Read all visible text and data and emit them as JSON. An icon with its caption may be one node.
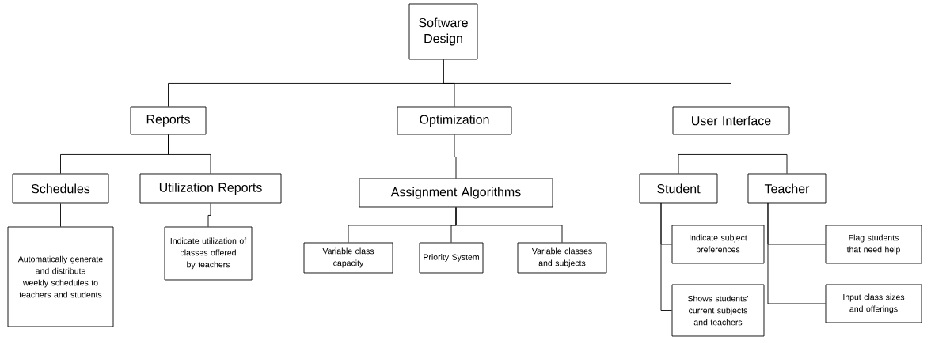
{
  "diagram": {
    "nodes": [
      {
        "text": [
          "Software Design"
        ]
      },
      {
        "text": [
          "Reports"
        ]
      },
      {
        "text": [
          "Optimization"
        ]
      },
      {
        "text": [
          "User Interface"
        ]
      },
      {
        "text": [
          "Schedules"
        ]
      },
      {
        "text": [
          "Utilization Reports"
        ]
      },
      {
        "text": [
          "Assignment Algorithms"
        ]
      },
      {
        "text": [
          "Student"
        ]
      },
      {
        "text": [
          "Teacher"
        ]
      },
      {
        "text": [
          "Automatically generate and distribute weekly schedules to teachers and students"
        ]
      },
      {
        "text": [
          "Indicate utilization of classes offered by teachers"
        ]
      },
      {
        "text": [
          "Variable class capacity"
        ]
      },
      {
        "text": [
          "Priority System"
        ]
      },
      {
        "text": [
          "Variable classes and subjects"
        ]
      },
      {
        "text": [
          "Indicate subject preferences"
        ]
      },
      {
        "text": [
          "Shows students’ current subjects and teachers"
        ]
      },
      {
        "text": [
          "Flag students that need help"
        ]
      },
      {
        "text": [
          "Input class sizes and offerings"
        ]
      }
    ],
    "edges": [
      {
        "from": 0,
        "to": 1,
        "arrow": "none"
      },
      {
        "from": 0,
        "to": 2,
        "arrow": "none"
      },
      {
        "from": 0,
        "to": 3,
        "arrow": "none"
      },
      {
        "from": 1,
        "to": 4,
        "arrow": "none"
      },
      {
        "from": 1,
        "to": 5,
        "arrow": "none"
      },
      {
        "from": 2,
        "to": 6,
        "arrow": "none"
      },
      {
        "from": 3,
        "to": 7,
        "arrow": "none"
      },
      {
        "from": 3,
        "to": 8,
        "arrow": "none"
      },
      {
        "from": 4,
        "to": 9,
        "arrow": "none"
      },
      {
        "from": 5,
        "to": 10,
        "arrow": "none"
      },
      {
        "from": 6,
        "to": 11,
        "arrow": "none"
      },
      {
        "from": 6,
        "to": 12,
        "arrow": "none"
      },
      {
        "from": 6,
        "to": 13,
        "arrow": "none"
      },
      {
        "from": 7,
        "to": 14,
        "arrow": "none"
      },
      {
        "from": 7,
        "to": 15,
        "arrow": "none"
      },
      {
        "from": 8,
        "to": 16,
        "arrow": "none"
      },
      {
        "from": 8,
        "to": 17,
        "arrow": "none"
      }
    ]
  }
}
